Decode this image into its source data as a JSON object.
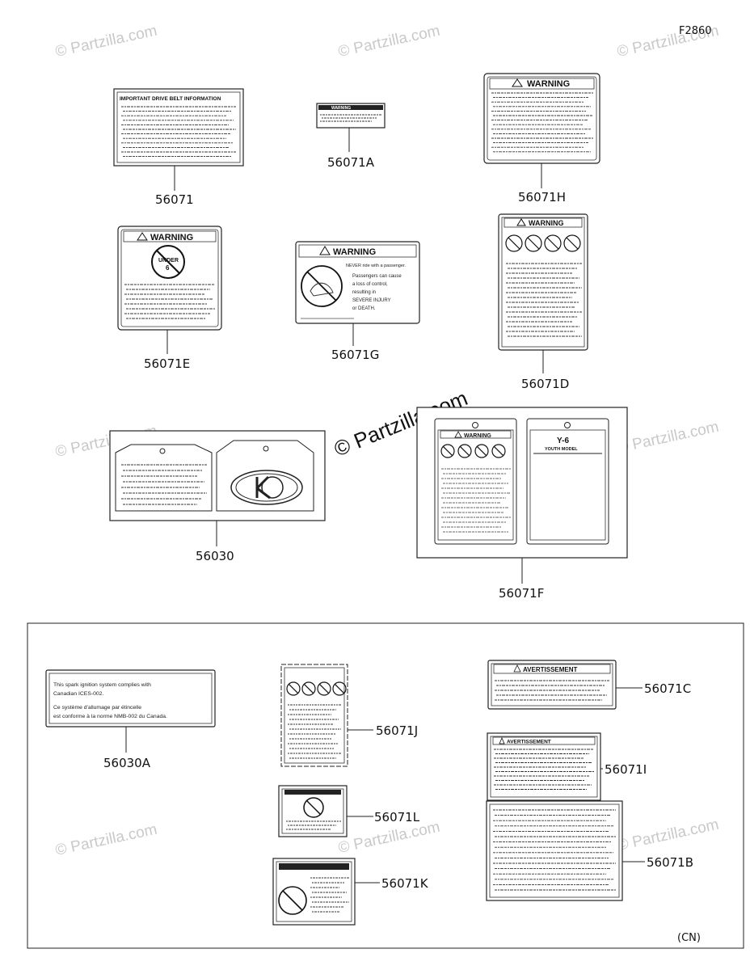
{
  "figure_code": "F2860",
  "region_code": "(CN)",
  "watermark": "© Partzilla.com",
  "parts": [
    {
      "id": "56071",
      "label": "56071"
    },
    {
      "id": "56071A",
      "label": "56071A"
    },
    {
      "id": "56071H",
      "label": "56071H"
    },
    {
      "id": "56071E",
      "label": "56071E"
    },
    {
      "id": "56071G",
      "label": "56071G"
    },
    {
      "id": "56071D",
      "label": "56071D"
    },
    {
      "id": "56030",
      "label": "56030"
    },
    {
      "id": "56071F",
      "label": "56071F"
    },
    {
      "id": "56030A",
      "label": "56030A"
    },
    {
      "id": "56071J",
      "label": "56071J"
    },
    {
      "id": "56071C",
      "label": "56071C"
    },
    {
      "id": "56071I",
      "label": "56071I"
    },
    {
      "id": "56071L",
      "label": "56071L"
    },
    {
      "id": "56071K",
      "label": "56071K"
    },
    {
      "id": "56071B",
      "label": "56071B"
    }
  ],
  "label_texts": {
    "drive_belt_title": "IMPORTANT DRIVE BELT INFORMATION",
    "warning": "WARNING",
    "warning_small": "WARNING",
    "under_age": "UNDER",
    "under_age_num": "6",
    "passengers_line1": "NEVER ride with a passenger.",
    "passengers_line2": "Passengers can cause",
    "passengers_line3": "a loss of control,",
    "passengers_line4": "resulting in",
    "passengers_line5": "SEVERE INJURY",
    "passengers_line6": "or DEATH.",
    "youth_title": "Y-6",
    "youth_sub": "YOUTH MODEL",
    "avertissement": "AVERTISSEMENT",
    "canada_line1": "This spark ignition system complies with",
    "canada_line2": "Canadian ICES-002.",
    "canada_line3": "Ce système d'allumage par étincelle",
    "canada_line4": "est conforme à la norme NMB-002 du Canada."
  }
}
